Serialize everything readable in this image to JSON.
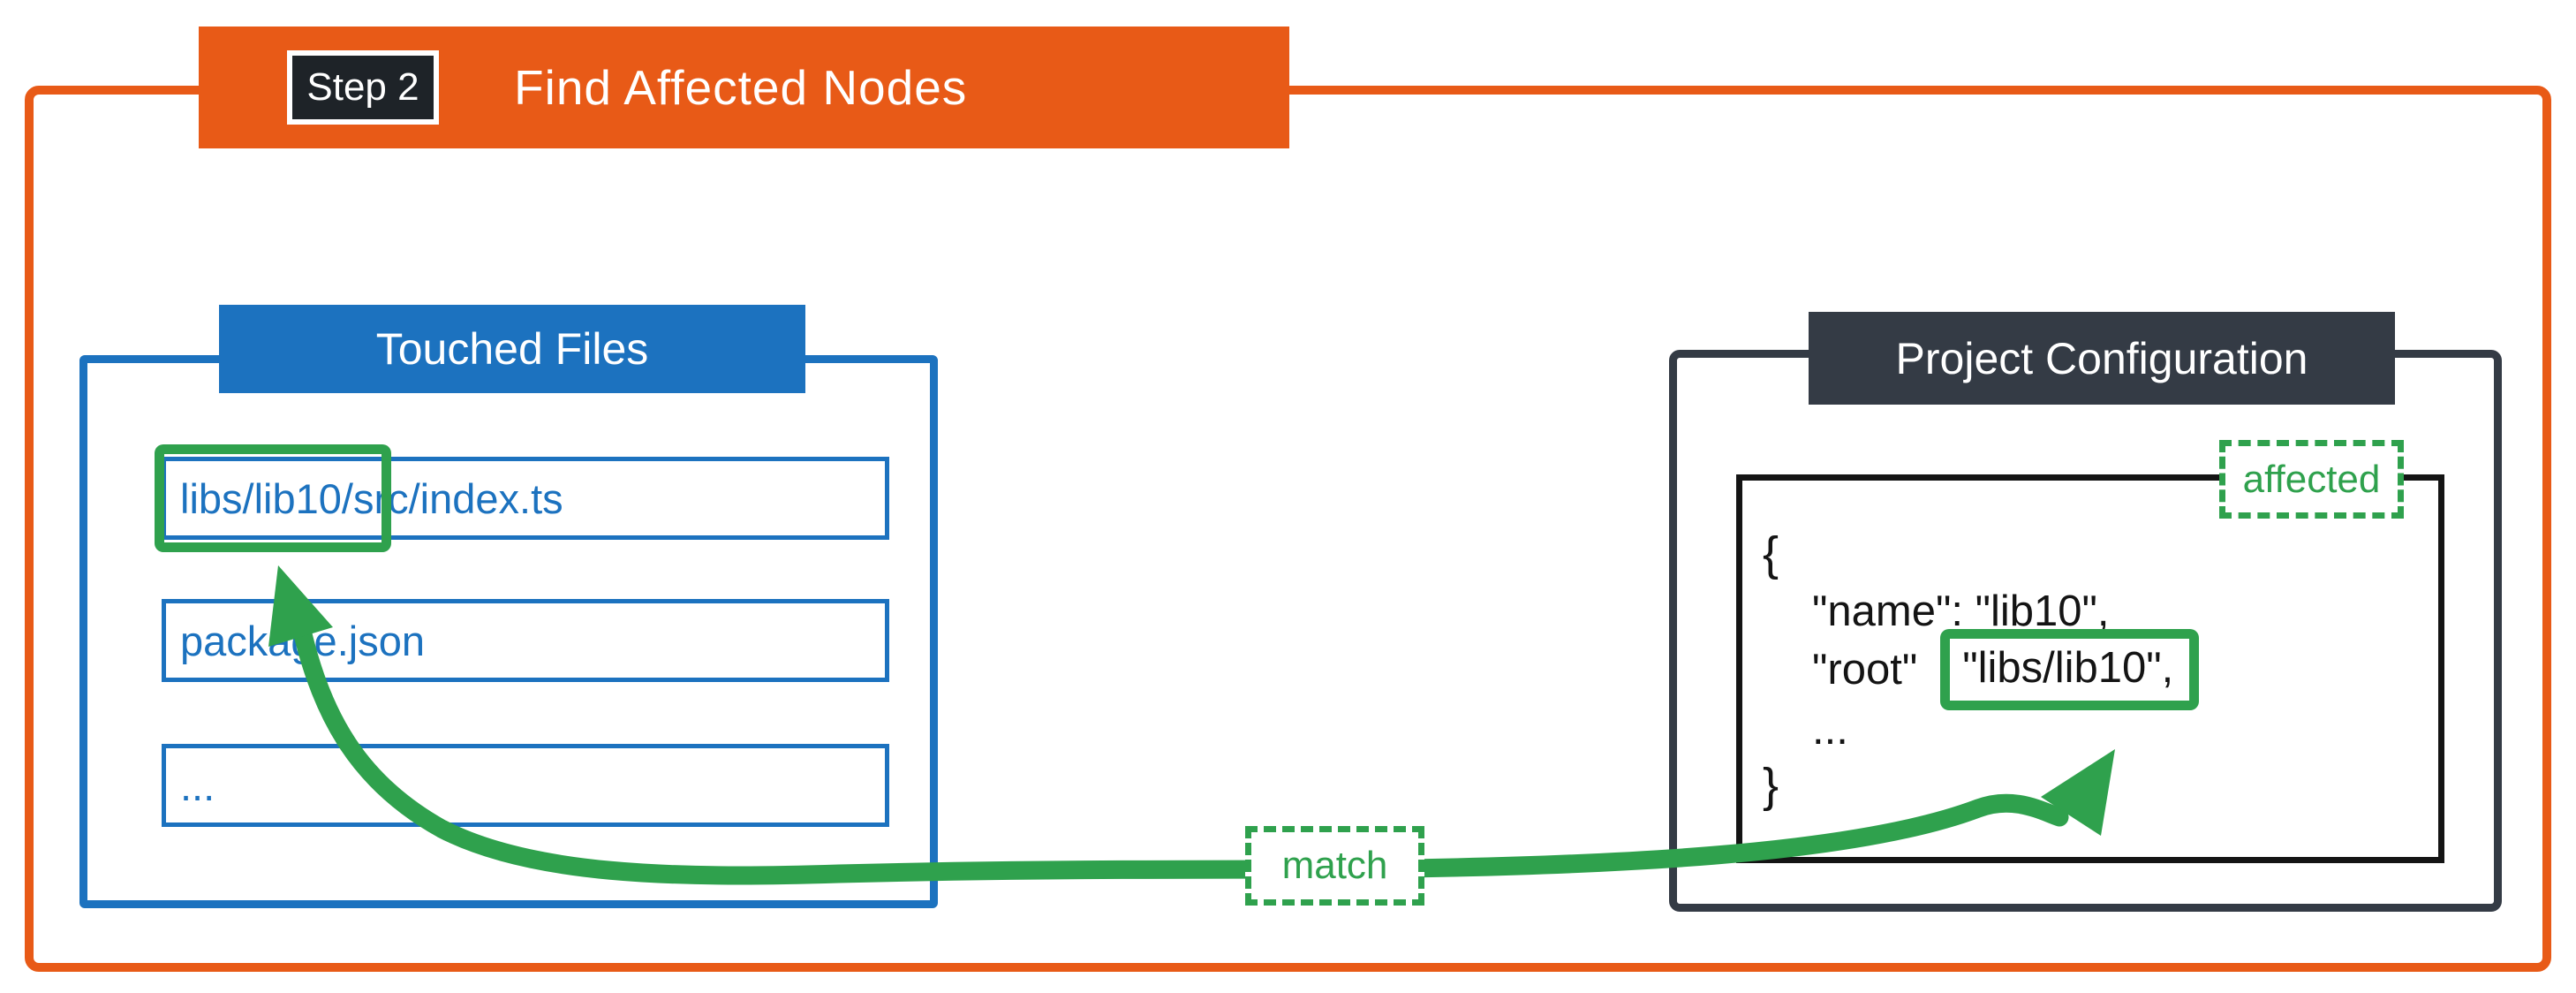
{
  "step_banner": {
    "step_label": "Step 2",
    "title": "Find Affected Nodes"
  },
  "touched_files": {
    "title": "Touched Files",
    "files": [
      "libs/lib10/src/index.ts",
      "package.json",
      "..."
    ],
    "highlighted_prefix": "libs/lib10/"
  },
  "project_configuration": {
    "title": "Project Configuration",
    "affected_label": "affected",
    "code": {
      "open_brace": "{",
      "name_line": "\"name\": \"lib10\",",
      "root_key": "\"root\"",
      "root_value": "\"libs/lib10\",",
      "ellipsis_line": "...",
      "close_brace": "}"
    }
  },
  "connector": {
    "match_label": "match"
  },
  "colors": {
    "orange": "#E85A17",
    "blue": "#1C72BF",
    "dark_slate": "#343B45",
    "green": "#2FA14D",
    "code_border": "#141414"
  }
}
